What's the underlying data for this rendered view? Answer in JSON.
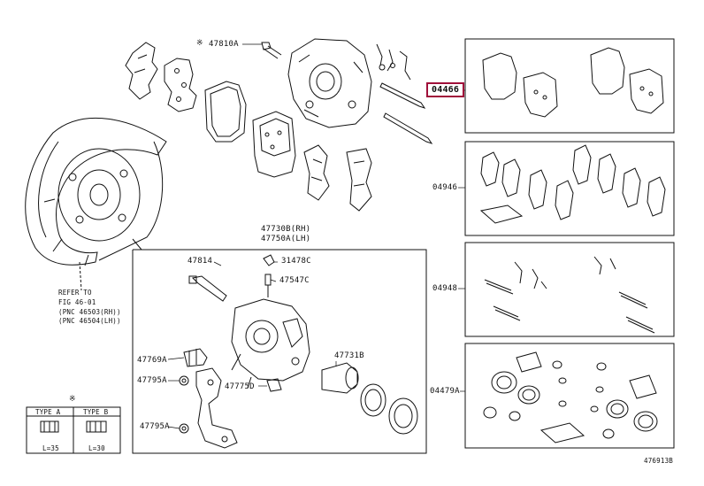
{
  "labels": {
    "top_bolt": "47810A",
    "caliper_assy_rh": "47730B(RH)",
    "caliper_assy_lh": "47750A(LH)",
    "guide_pin": "47814",
    "bleeder_cap": "31478C",
    "bleeder_plug": "47547C",
    "boot_kit": "47769A",
    "bushing_1": "47795A",
    "bushing_2": "47795A",
    "bracket": "47775D",
    "piston": "47731B",
    "pad_kit": "04466",
    "fitting_kit": "04946",
    "pad_support_kit": "04948",
    "seal_kit": "04479A",
    "note_star": "※",
    "footer_code": "476913B"
  },
  "marks": {
    "star": "※"
  },
  "refer": {
    "line1": "REFER TO",
    "line2": "FIG 46-01",
    "line3": "(PNC 46503(RH))",
    "line4": "(PNC 46504(LH))"
  },
  "legend_box": {
    "type_a": "TYPE A",
    "type_b": "TYPE B",
    "len_a": "L=35",
    "len_b": "L=30"
  },
  "highlight_color": "#a0103a"
}
